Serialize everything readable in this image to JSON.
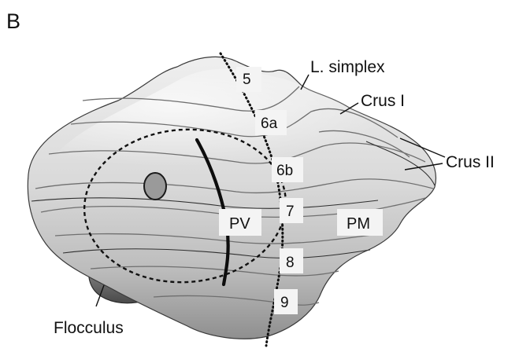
{
  "panel_label": "B",
  "labels": {
    "lobules": {
      "l5": "5",
      "l6a": "6a",
      "l6b": "6b",
      "l7": "7",
      "l8": "8",
      "l9": "9"
    },
    "regions": {
      "pv": "PV",
      "pm": "PM"
    },
    "external": {
      "simplex": "L. simplex",
      "crus1": "Crus I",
      "crus2": "Crus II",
      "flocculus": "Flocculus"
    }
  },
  "colors": {
    "outline": "#1a1a1a",
    "body_light": "#e9e9e9",
    "body_dark": "#8c8c8c",
    "label_box": "#f4f4f4",
    "marker": "#9a9a9a"
  }
}
